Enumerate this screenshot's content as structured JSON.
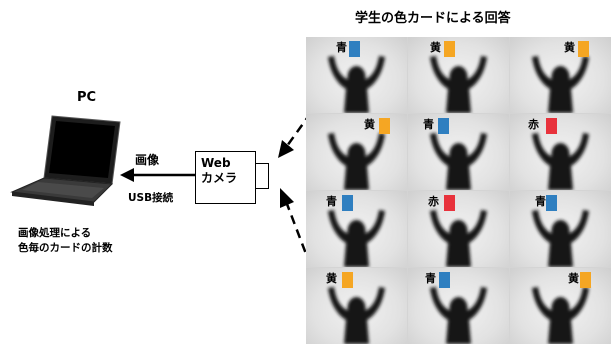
{
  "heading": "学生の色カードによる回答",
  "pc": {
    "label": "PC",
    "caption_line1": "画像処理による",
    "caption_line2": "色毎のカードの計数",
    "screen_color": "#000000",
    "body_color": "#2a2a2a"
  },
  "camera": {
    "line1": "Web",
    "line2": "カメラ"
  },
  "link": {
    "image_label": "画像",
    "usb_label": "USB接続"
  },
  "card_colors": {
    "青": "#2f7fc0",
    "黄": "#f5a623",
    "赤": "#e8323c"
  },
  "responses": [
    [
      "青",
      "黄",
      "黄"
    ],
    [
      "黄",
      "青",
      "赤"
    ],
    [
      "青",
      "赤",
      "青"
    ],
    [
      "黄",
      "青",
      "黄"
    ]
  ]
}
